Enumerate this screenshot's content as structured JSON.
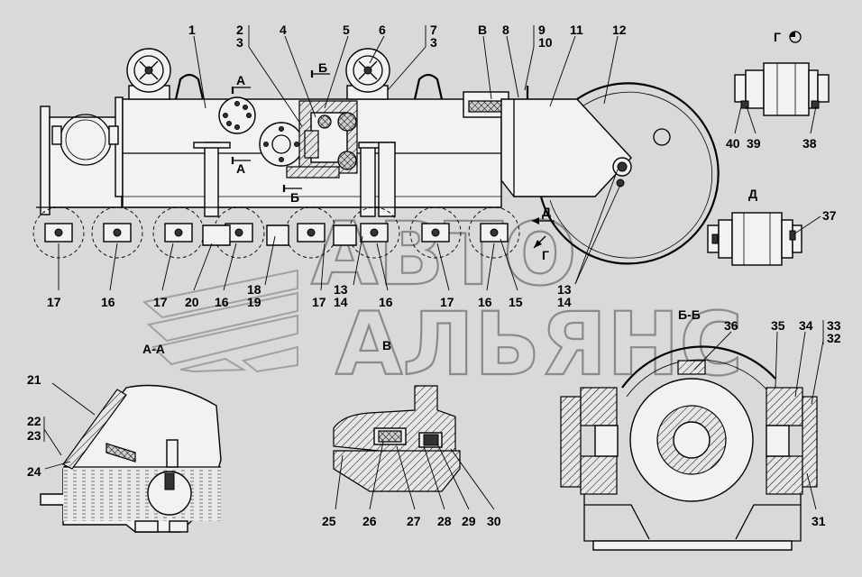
{
  "watermark": {
    "line1": "АВТО",
    "line2": "АЛЬЯНС"
  },
  "section_labels": {
    "a_a": "А-А",
    "b_view": "В",
    "b_b": "Б-Б",
    "g_view": "Г",
    "d_view": "Д",
    "cut_a_top": "А",
    "cut_a_bottom": "А",
    "cut_b_top": "Б",
    "cut_b_bottom": "Б",
    "cut_d": "Д",
    "cut_g": "Г",
    "callout_b": "В"
  },
  "callouts_top": [
    "1",
    "2",
    "3",
    "4",
    "5",
    "6",
    "7",
    "3",
    "8",
    "9",
    "10",
    "11",
    "12"
  ],
  "callouts_bottom": [
    "17",
    "16",
    "17",
    "20",
    "16",
    "18",
    "19",
    "17",
    "13",
    "14",
    "16",
    "17",
    "16",
    "15",
    "13",
    "14"
  ],
  "callouts_right": [
    "40",
    "39",
    "38",
    "37",
    "36",
    "35",
    "34",
    "33",
    "32",
    "31"
  ],
  "callouts_left": [
    "21",
    "22",
    "23",
    "24"
  ],
  "callouts_detail_b": [
    "25",
    "26",
    "27",
    "28",
    "29",
    "30"
  ]
}
